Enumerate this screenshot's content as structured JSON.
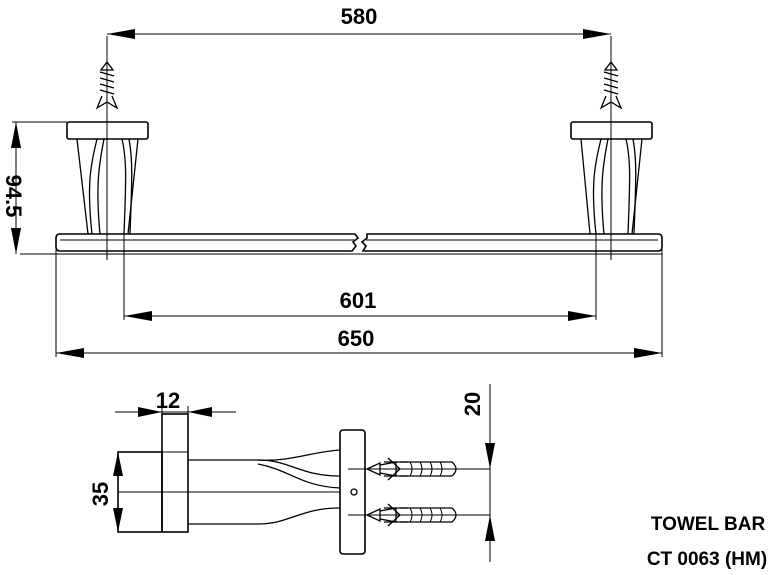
{
  "dimensions": {
    "mount_spacing": "580",
    "depth": "94.5",
    "bar_inner_length": "601",
    "overall_length": "650",
    "bracket_thickness": "12",
    "plate_height": "20",
    "bracket_height": "35"
  },
  "caption": {
    "line1": "TOWEL BAR",
    "line2": "CT 0063 (HM)"
  }
}
